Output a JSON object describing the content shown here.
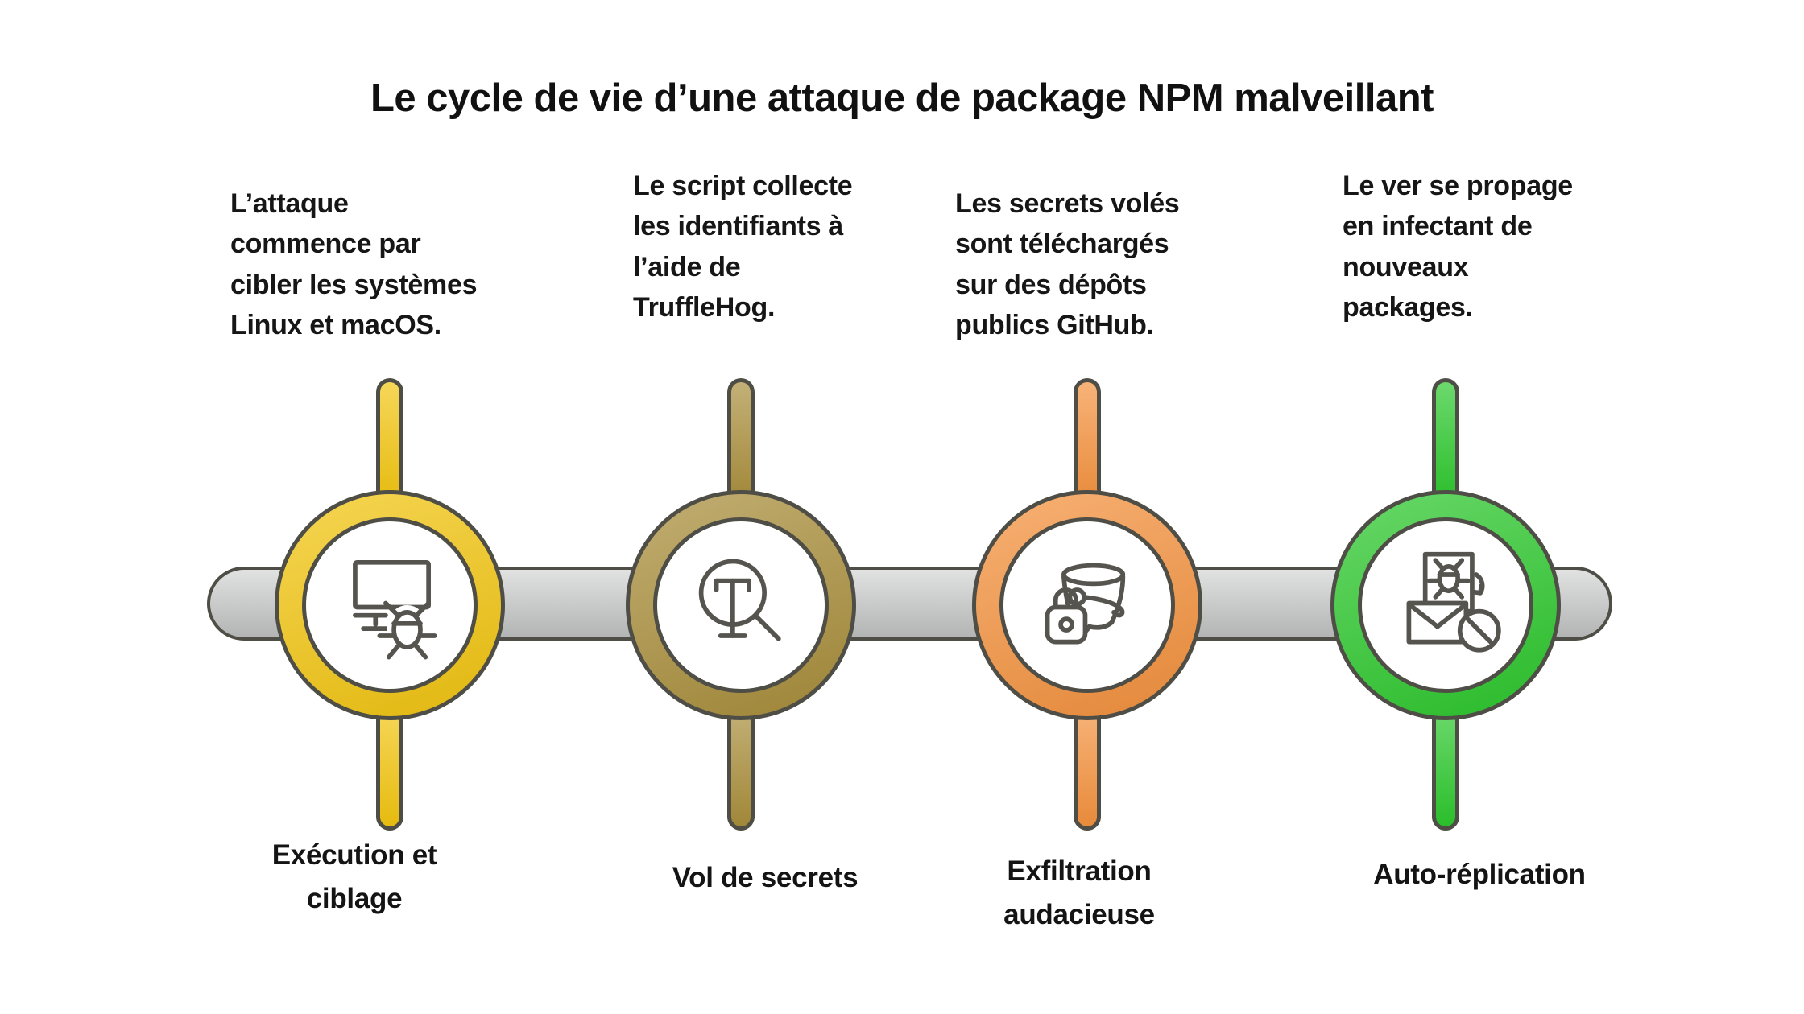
{
  "title": "Le cycle de vie d’une attaque de package NPM malveillant",
  "colors": {
    "outline": "#4E4E47",
    "icon": "#56544E",
    "bar": "#C7C9C8",
    "text": "#1A1A1A"
  },
  "stages": [
    {
      "name": "execution-et-ciblage",
      "color": "#F2C510",
      "icon": "monitor-bug-icon",
      "description": [
        "L’attaque",
        "commence par",
        "cibler les systèmes",
        "Linux et macOS."
      ],
      "label": [
        "Exécution et",
        "ciblage"
      ]
    },
    {
      "name": "vol-de-secrets",
      "color": "#A98E3B",
      "icon": "search-text-icon",
      "description": [
        "Le script collecte",
        "les identifiants à",
        "l’aide de",
        "TruffleHog."
      ],
      "label": [
        "Vol de secrets"
      ]
    },
    {
      "name": "exfiltration-audacieuse",
      "color": "#F4923E",
      "icon": "bucket-lock-icon",
      "description": [
        "Les secrets volés",
        "sont téléchargés",
        "sur des dépôts",
        "publics GitHub."
      ],
      "label": [
        "Exfiltration",
        "audacieuse"
      ]
    },
    {
      "name": "auto-replication",
      "color": "#2DC82D",
      "icon": "mail-worm-icon",
      "description": [
        "Le ver se propage",
        "en infectant de",
        "nouveaux",
        "packages."
      ],
      "label": [
        "Auto-réplication"
      ]
    }
  ]
}
